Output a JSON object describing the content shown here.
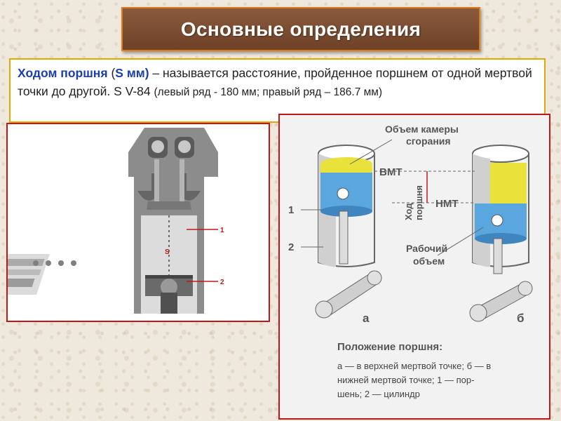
{
  "title": "Основные определения",
  "definition": {
    "term": "Ходом поршня",
    "open_paren": " (",
    "unit": "S мм)",
    "text": " – называется расстояние, пройденное поршнем от одной мертвой точки до другой. S V-84 ",
    "detail": "(левый ряд - 180 мм; правый ряд – 186.7 мм)"
  },
  "engine_cut": {
    "label_1": "1",
    "label_2": "2",
    "label_s": "S"
  },
  "diagram": {
    "chamber_volume": [
      "Объем камеры",
      "сгорания"
    ],
    "tdc": "ВМТ",
    "bdc": "НМТ",
    "stroke": [
      "Ход",
      "поршня"
    ],
    "working_volume": [
      "Рабочий",
      "объем"
    ],
    "label_1": "1",
    "label_2": "2",
    "label_a": "а",
    "label_b": "б",
    "position_heading": "Положение поршня:",
    "position_text": [
      "а — в верхней мертвой точке; б — в",
      "нижней мертвой точке; 1 — пор-",
      "шень; 2 — цилиндр"
    ]
  },
  "colors": {
    "title_bg": "#7a4a30",
    "title_border": "#e07a1c",
    "term_blue": "#1a3fa8",
    "frame_red": "#c01818",
    "fuel_yellow": "#e8e23a",
    "piston_blue": "#5aa6de"
  }
}
